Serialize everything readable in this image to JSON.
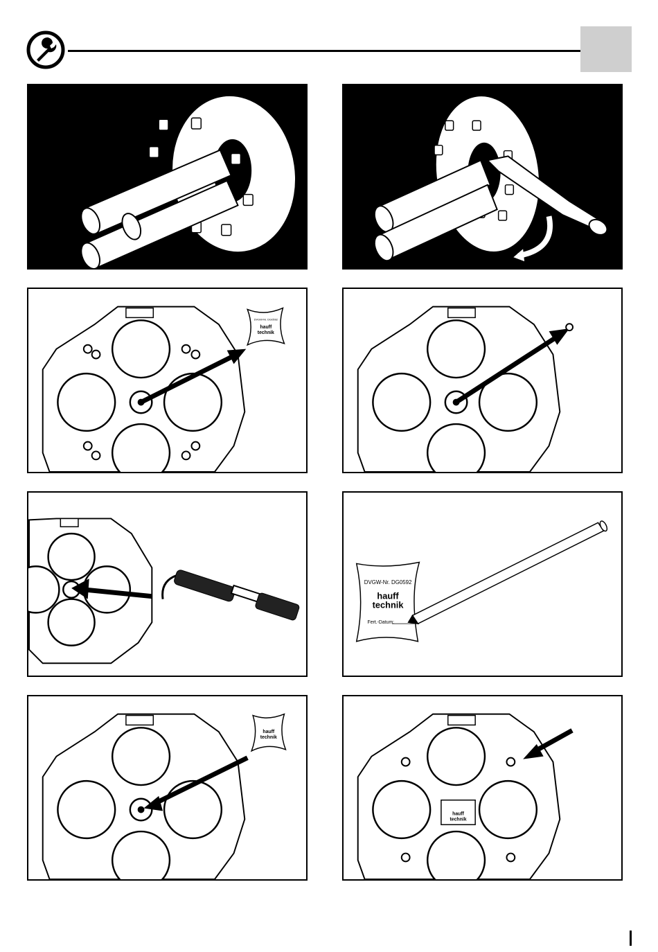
{
  "header": {
    "icon": "wrench-icon",
    "tab_color": "#cfcfcf"
  },
  "steps": [
    {
      "id": 1,
      "illustration": "pipes-through-flange"
    },
    {
      "id": 2,
      "illustration": "torque-wrench-tightening"
    },
    {
      "id": 3,
      "illustration": "seal-label-removal"
    },
    {
      "id": 4,
      "illustration": "valve-cap-removal"
    },
    {
      "id": 5,
      "illustration": "pressure-test-gauge"
    },
    {
      "id": 6,
      "illustration": "write-date-on-label"
    },
    {
      "id": 7,
      "illustration": "reapply-label"
    },
    {
      "id": 8,
      "illustration": "check-bolts"
    }
  ],
  "label": {
    "line1": "DVGW-Nr. DG0592",
    "brand_top": "hauff",
    "brand_bottom": "technik",
    "date_field": "Fert.-Datum:"
  }
}
